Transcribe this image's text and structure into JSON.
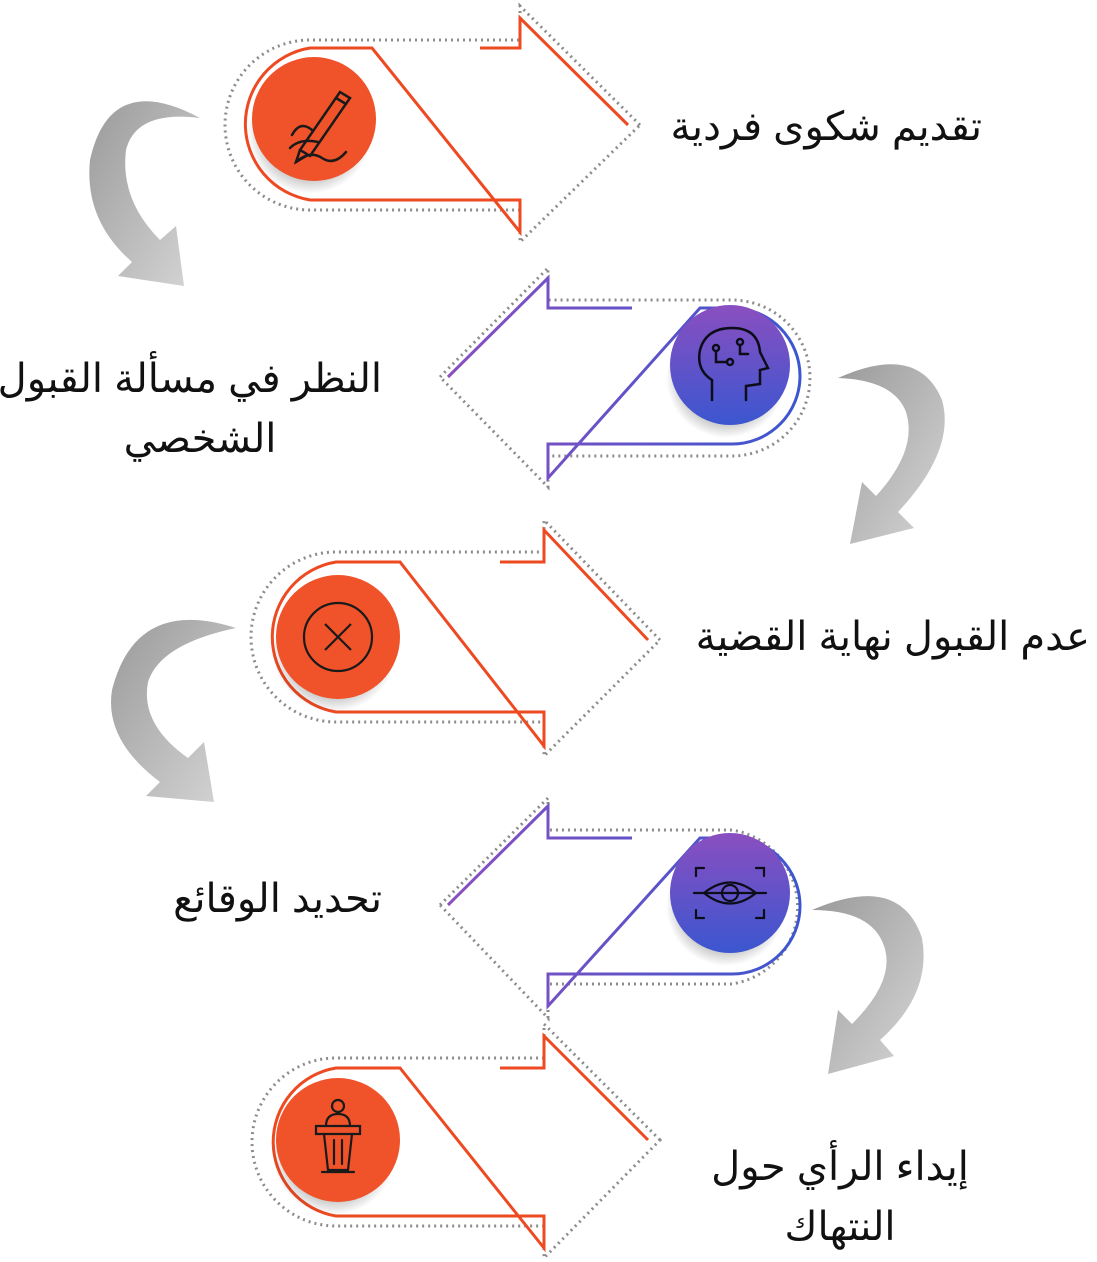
{
  "steps": [
    {
      "label": "تقديم شكوى فردية",
      "icon": "signature-pen-icon",
      "direction": "right",
      "color": "orange"
    },
    {
      "label": "النظر في مسألة القبول الشخصي",
      "line1": "النظر في مسألة القبول",
      "line2": "الشخصي",
      "icon": "ai-head-brain-icon",
      "direction": "left",
      "color": "purple"
    },
    {
      "label": "عدم القبول نهاية القضية",
      "icon": "close-circle-icon",
      "direction": "right",
      "color": "orange"
    },
    {
      "label": "تحديد الوقائع",
      "icon": "eye-scan-icon",
      "direction": "left",
      "color": "purple"
    },
    {
      "label": "إيداء الرأي حول النتهاك",
      "line1": "إيداء الرأي حول",
      "line2": "النتهاك",
      "icon": "podium-speaker-icon",
      "direction": "right",
      "color": "orange"
    }
  ],
  "colors": {
    "orange": "#f0532a",
    "orange_line": "#ee4a22",
    "purple_top": "#8a4fc0",
    "purple_bottom": "#3b56d0",
    "gray_arrow": "#c4c4c4",
    "dotted": "#8c8c8c"
  }
}
